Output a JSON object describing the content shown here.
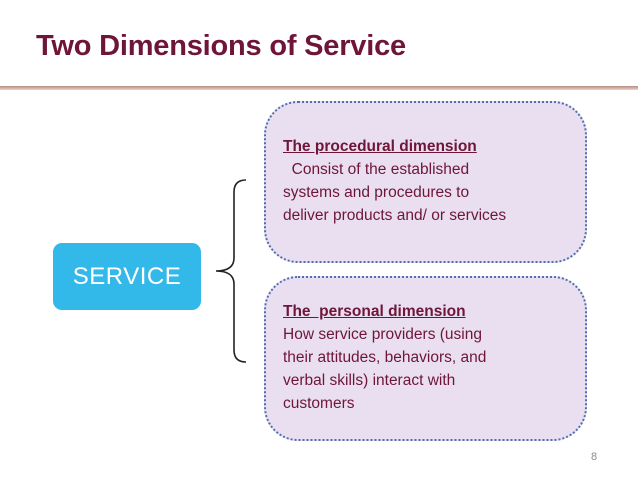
{
  "title": "Two Dimensions of Service",
  "service": {
    "label": "SERVICE"
  },
  "procedural": {
    "heading": "The procedural dimension",
    "text": "  Consist of the established\nsystems and procedures to\ndeliver products and/ or services"
  },
  "personal": {
    "heading": "The  personal dimension",
    "text": "How service providers (using\ntheir attitudes, behaviors, and\nverbal skills) interact with\ncustomers"
  },
  "page_number": "8",
  "colors": {
    "title": "#6e1538",
    "service_box": "#33b9e9",
    "dimension_box_fill": "#e9dff0",
    "dimension_box_border": "#4f6eb1"
  }
}
